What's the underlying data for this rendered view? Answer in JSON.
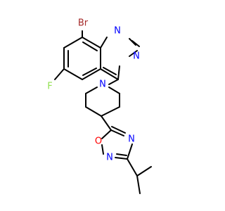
{
  "colors": {
    "carbon": "#000000",
    "nitrogen": "#0000ff",
    "oxygen": "#ff0000",
    "fluorine": "#90e050",
    "bromine": "#a52a2a",
    "background": "#ffffff"
  },
  "atoms": {
    "br": "Br",
    "f": "F",
    "n_quinaz_1": "N",
    "n_quinaz_3": "N",
    "n_piperidine": "N",
    "o_oxadiazole": "O",
    "n_oxadiazole_a": "N",
    "n_oxadiazole_b": "N"
  }
}
